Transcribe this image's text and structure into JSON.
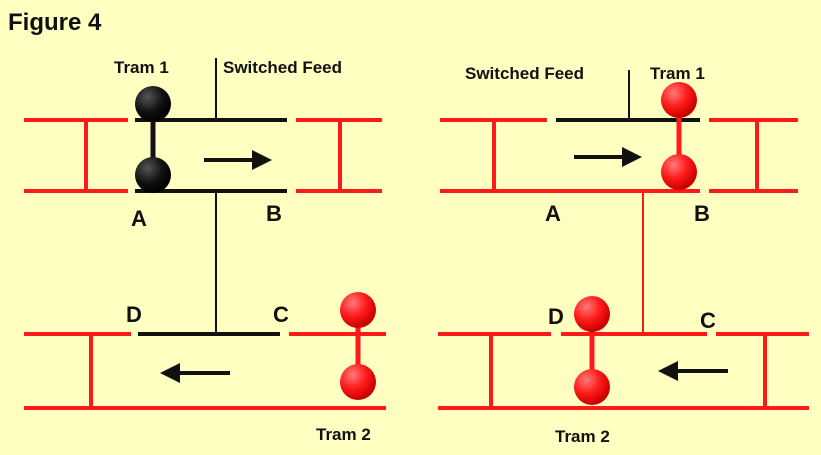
{
  "figure_title": "Figure 4",
  "colors": {
    "background": "#ffffc2",
    "live_rail": "#ff1a1a",
    "switched_rail": "#111111",
    "tram_live": "#ff1a1a",
    "tram_switched": "#111111"
  },
  "left": {
    "switched_feed_label": "Switched Feed",
    "tram1_label": "Tram 1",
    "tram2_label": "Tram 2",
    "points": {
      "a": "A",
      "b": "B",
      "c": "C",
      "d": "D"
    }
  },
  "right": {
    "switched_feed_label": "Switched Feed",
    "tram1_label": "Tram 1",
    "tram2_label": "Tram 2",
    "points": {
      "a": "A",
      "b": "B",
      "c": "C",
      "d": "D"
    }
  }
}
